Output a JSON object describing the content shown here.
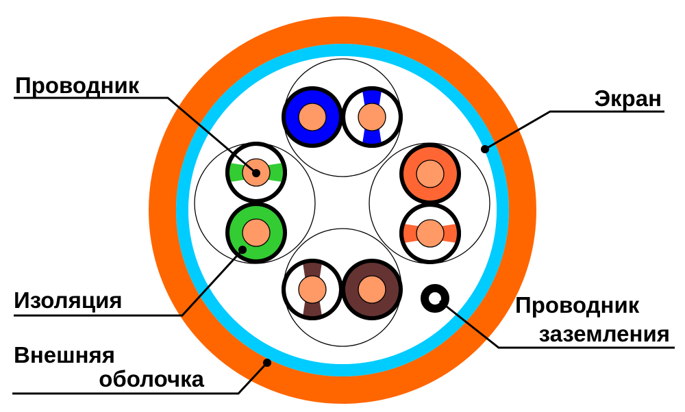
{
  "labels": {
    "conductor": "Проводник",
    "screen": "Экран",
    "insulation": "Изоляция",
    "outer_jacket_line1": "Внешняя",
    "outer_jacket_line2": "оболочка",
    "ground_line1": "Проводник",
    "ground_line2": "заземления"
  },
  "colors": {
    "outer_jacket": "#FF6600",
    "screen": "#00CCFF",
    "conductor": "#FF9966",
    "pair_blue": "#0000FF",
    "pair_green": "#33CC33",
    "pair_orange": "#FF6633",
    "pair_brown": "#663333"
  }
}
